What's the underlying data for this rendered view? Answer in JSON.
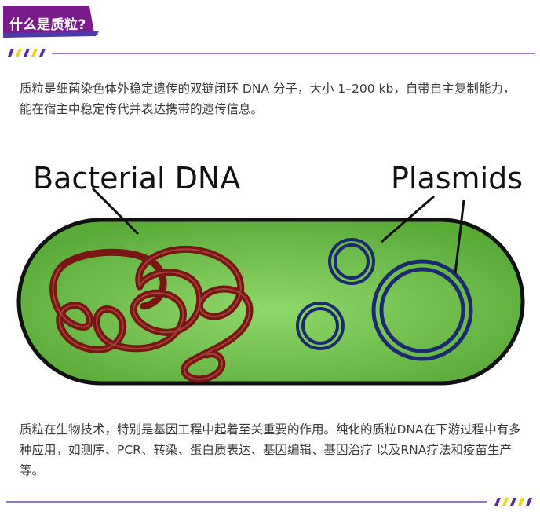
{
  "header": {
    "title": "什么是质粒?"
  },
  "paragraphs": {
    "intro": "质粒是细菌染色体外稳定遗传的双链闭环 DNA 分子，大小 1–200 kb，自带自主复制能力，能在宿主中稳定传代并表达携带的遗传信息。",
    "applications": "质粒在生物技术，特别是基因工程中起着至关重要的作用。纯化的质粒DNA在下游过程中有多种应用，如测序、PCR、转染、蛋白质表达、基因编辑、基因治疗 以及RNA疗法和疫苗生产等。"
  },
  "illustration": {
    "label_bacterial_dna": "Bacterial DNA",
    "label_plasmids": "Plasmids"
  },
  "colors": {
    "accent_purple": "#7b1a8c",
    "line_purple": "#5a2ca0",
    "stripe_yellow": "#f2d21b",
    "cell_green": "#6cbf45",
    "dna_red": "#7a1515",
    "plasmid_blue": "#1e2a6e"
  }
}
